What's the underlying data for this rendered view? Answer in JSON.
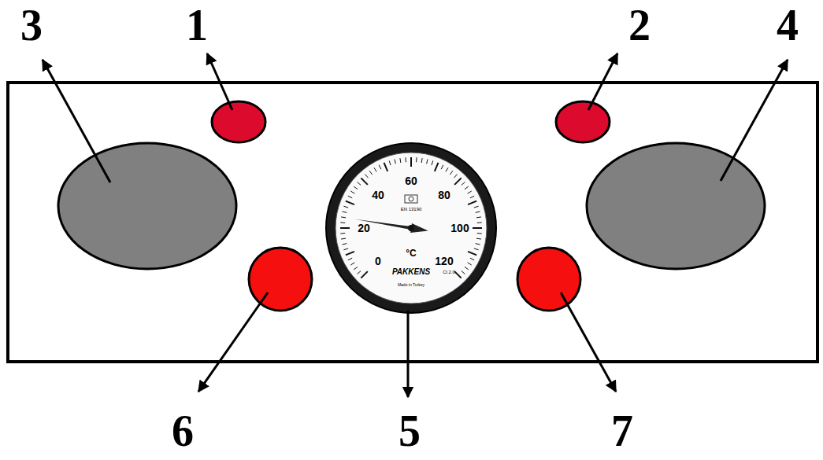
{
  "diagram": {
    "labels": [
      "3",
      "1",
      "2",
      "4",
      "6",
      "5",
      "7",
      "0",
      "20",
      "40",
      "60",
      "80",
      "100",
      "120",
      "°C",
      "PAKKENS",
      "EN 13190",
      "Cl.2.0",
      "Made in Turkey"
    ]
  }
}
